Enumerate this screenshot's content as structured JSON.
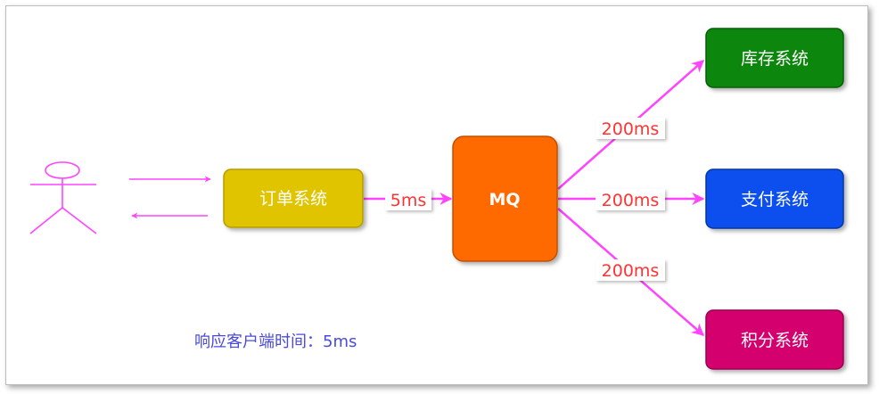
{
  "nodes": {
    "order": {
      "label": "订单系统",
      "color": "#e0c400",
      "border": "#b59d00"
    },
    "mq": {
      "label": "MQ",
      "color": "#ff6a00",
      "border": "#c24f00"
    },
    "inventory": {
      "label": "库存系统",
      "color": "#0a860a",
      "border": "#066106"
    },
    "payment": {
      "label": "支付系统",
      "color": "#0a4fee",
      "border": "#0636a8"
    },
    "points": {
      "label": "积分系统",
      "color": "#d3006e",
      "border": "#9c0052"
    }
  },
  "edges": {
    "order_to_mq": "5ms",
    "mq_to_inventory": "200ms",
    "mq_to_payment": "200ms",
    "mq_to_points": "200ms"
  },
  "note": "响应客户端时间：5ms",
  "colors": {
    "arrow": "#ff44ff",
    "edge_label": "#ff3333",
    "note": "#4a4adf"
  }
}
